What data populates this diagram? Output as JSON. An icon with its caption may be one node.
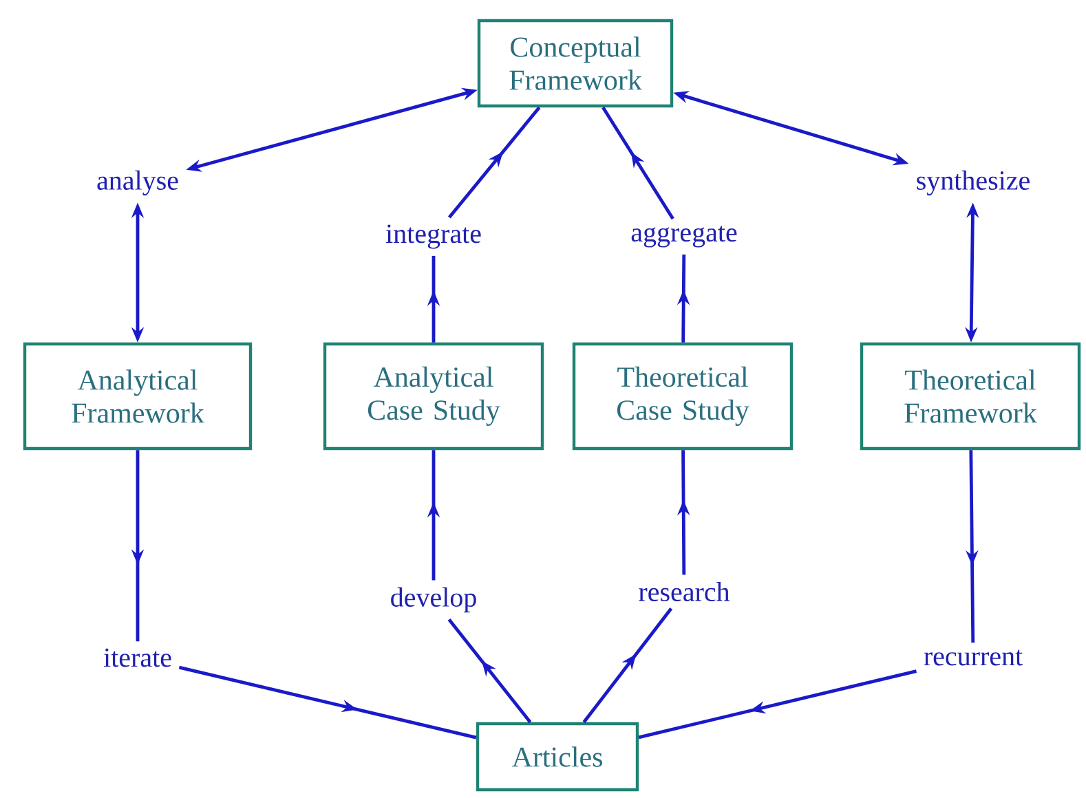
{
  "diagram": {
    "nodes": [
      {
        "text": [
          "Conceptual Framework"
        ]
      },
      {
        "text": [
          "analyse"
        ]
      },
      {
        "text": [
          "synthesize"
        ]
      },
      {
        "text": [
          "integrate"
        ]
      },
      {
        "text": [
          "aggregate"
        ]
      },
      {
        "text": [
          "Analytical Framework"
        ]
      },
      {
        "text": [
          "Analytical Case Study"
        ]
      },
      {
        "text": [
          "Theoretical Case Study"
        ]
      },
      {
        "text": [
          "Theoretical Framework"
        ]
      },
      {
        "text": [
          "develop"
        ]
      },
      {
        "text": [
          "research"
        ]
      },
      {
        "text": [
          "iterate"
        ]
      },
      {
        "text": [
          "recurrent"
        ]
      },
      {
        "text": [
          "Articles"
        ]
      }
    ],
    "edges": [
      {
        "from": 1,
        "to": 0,
        "arrow": "both"
      },
      {
        "from": 0,
        "to": 2,
        "arrow": "both"
      },
      {
        "from": 1,
        "to": 5,
        "arrow": "both"
      },
      {
        "from": 2,
        "to": 8,
        "arrow": "both"
      },
      {
        "from": 3,
        "to": 0,
        "arrow": "to"
      },
      {
        "from": 4,
        "to": 0,
        "arrow": "to"
      },
      {
        "from": 6,
        "to": 3,
        "arrow": "to"
      },
      {
        "from": 7,
        "to": 4,
        "arrow": "to"
      },
      {
        "from": 5,
        "to": 11,
        "arrow": "to"
      },
      {
        "from": 8,
        "to": 12,
        "arrow": "to"
      },
      {
        "from": 9,
        "to": 6,
        "arrow": "to"
      },
      {
        "from": 10,
        "to": 7,
        "arrow": "to"
      },
      {
        "from": 13,
        "to": 9,
        "arrow": "to"
      },
      {
        "from": 13,
        "to": 10,
        "arrow": "to"
      },
      {
        "from": 11,
        "to": 13,
        "arrow": "to"
      },
      {
        "from": 12,
        "to": 13,
        "arrow": "to"
      }
    ]
  }
}
